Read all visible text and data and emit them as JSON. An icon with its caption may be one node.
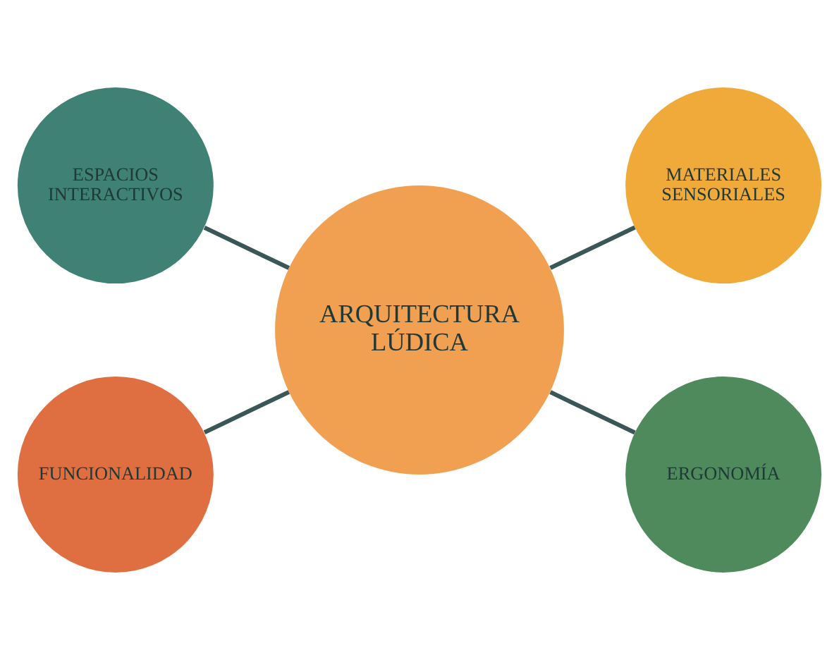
{
  "diagram": {
    "nodes": [
      {
        "text": [
          "ESPACIOS INTERACTIVOS"
        ]
      },
      {
        "text": [
          "MATERIALES SENSORIALES"
        ]
      },
      {
        "text": [
          "ARQUITECTURA LÚDICA"
        ]
      },
      {
        "text": [
          "FUNCIONALIDAD"
        ]
      },
      {
        "text": [
          "ERGONOMÍA"
        ]
      }
    ],
    "edges": [
      {
        "from": 0,
        "to": 2,
        "arrow": "none"
      },
      {
        "from": 2,
        "to": 1,
        "arrow": "none"
      },
      {
        "from": 3,
        "to": 2,
        "arrow": "none"
      },
      {
        "from": 2,
        "to": 4,
        "arrow": "none"
      }
    ]
  }
}
